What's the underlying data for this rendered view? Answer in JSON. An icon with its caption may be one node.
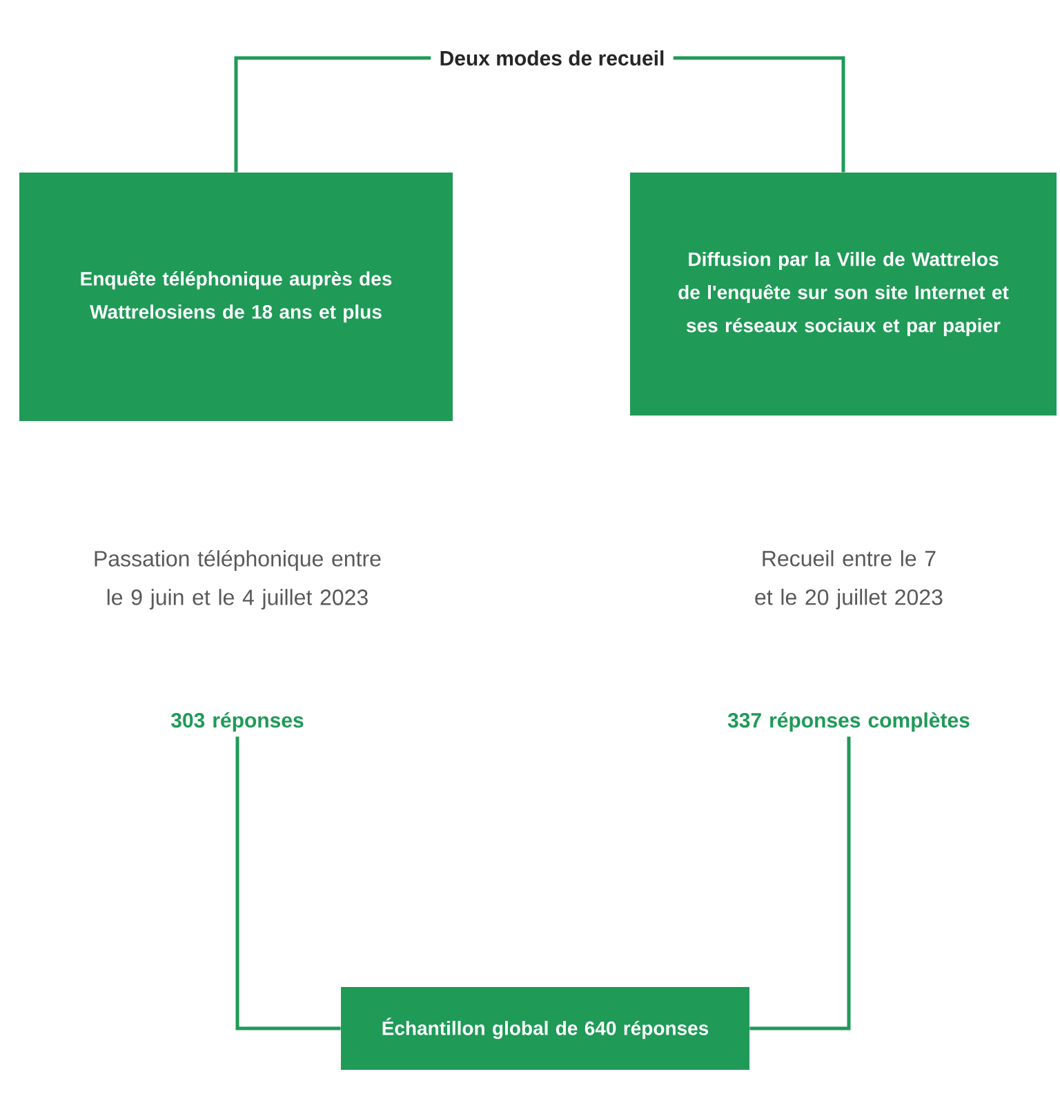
{
  "diagram": {
    "nodes": [
      {
        "text": [
          "Deux modes de recueil"
        ]
      },
      {
        "text": [
          "Enquête téléphonique auprès des Wattrelosiens de 18 ans et plus"
        ]
      },
      {
        "text": [
          "Diffusion par la Ville de Wattrelos de l'enquête sur son site Internet et ses réseaux sociaux et par papier"
        ]
      },
      {
        "text": [
          "Passation téléphonique entre le 9 juin et le 4 juillet 2023"
        ]
      },
      {
        "text": [
          "303 réponses"
        ]
      },
      {
        "text": [
          "Recueil entre le 7 et le 20 juillet 2023"
        ]
      },
      {
        "text": [
          "337 réponses complètes"
        ]
      },
      {
        "text": [
          "Échantillon global de 640 réponses"
        ]
      }
    ],
    "edges": [
      {
        "from": 0,
        "to": 1,
        "arrow": "none"
      },
      {
        "from": 0,
        "to": 2,
        "arrow": "none"
      },
      {
        "from": 4,
        "to": 7,
        "arrow": "none"
      },
      {
        "from": 6,
        "to": 7,
        "arrow": "none"
      }
    ]
  }
}
